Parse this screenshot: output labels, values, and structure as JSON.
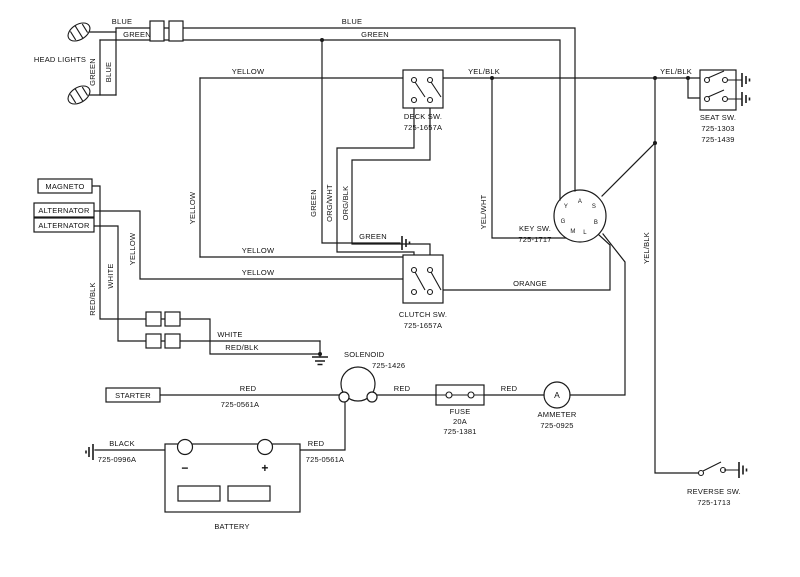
{
  "diagram": {
    "components": {
      "head_lights": {
        "label": "HEAD LIGHTS"
      },
      "magneto": {
        "label": "MAGNETO"
      },
      "alternator_1": {
        "label": "ALTERNATOR"
      },
      "alternator_2": {
        "label": "ALTERNATOR"
      },
      "starter": {
        "label": "STARTER"
      },
      "deck_switch": {
        "label": "DECK SW.",
        "part": "725-1657A"
      },
      "clutch_switch": {
        "label": "CLUTCH SW.",
        "part": "725-1657A"
      },
      "seat_switch": {
        "label": "SEAT SW.",
        "part1": "725-1303",
        "part2": "725-1439"
      },
      "key_switch": {
        "label": "KEY SW.",
        "part": "725-1717",
        "terminals": {
          "y": "Y",
          "a": "A",
          "s": "S",
          "g": "G",
          "m": "M",
          "l": "L",
          "b": "B"
        }
      },
      "solenoid": {
        "label": "SOLENOID",
        "part": "725-1426"
      },
      "fuse": {
        "label": "FUSE",
        "rating": "20A",
        "part": "725-1381"
      },
      "ammeter": {
        "label": "AMMETER",
        "part": "725-0925",
        "symbol": "A"
      },
      "battery": {
        "label": "BATTERY",
        "minus": "−",
        "plus": "+"
      },
      "reverse_switch": {
        "label": "REVERSE SW.",
        "part": "725-1713"
      }
    },
    "wire_labels": {
      "blue_left": "BLUE",
      "blue_mid": "BLUE",
      "green_left": "GREEN",
      "green_mid": "GREEN",
      "green_headlight_vert": "GREEN",
      "blue_headlight_vert": "BLUE",
      "yellow_top": "YELLOW",
      "yelblk_left": "YEL/BLK",
      "yelblk_right": "YEL/BLK",
      "yellow_vert_mid": "YELLOW",
      "green_vert": "GREEN",
      "orgwht_vert": "ORG/WHT",
      "orgblk_vert": "ORG/BLK",
      "yelwht_vert": "YEL/WHT",
      "yelblk_vert": "YEL/BLK",
      "yellow_vert_left": "YELLOW",
      "white_vert": "WHITE",
      "redblk_vert": "RED/BLK",
      "green_ground": "GREEN",
      "yellow_mid_upper": "YELLOW",
      "yellow_mid_lower": "YELLOW",
      "orange": "ORANGE",
      "white_horiz": "WHITE",
      "redblk_horiz": "RED/BLK",
      "red_starter": "RED",
      "red_starter_part": "725-0561A",
      "red_solenoid_fuse": "RED",
      "red_fuse_ammeter": "RED",
      "black_battery": "BLACK",
      "black_battery_part": "725-0996A",
      "red_battery": "RED",
      "red_battery_part": "725-0561A"
    }
  }
}
